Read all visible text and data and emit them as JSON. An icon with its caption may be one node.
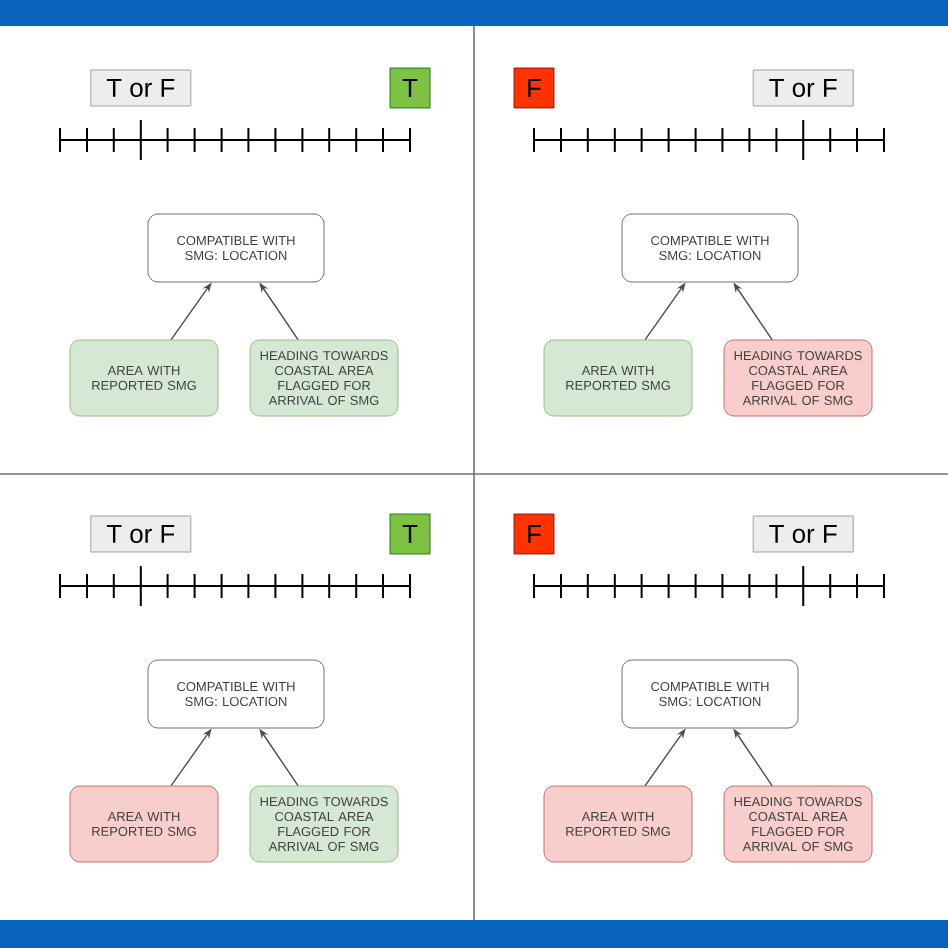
{
  "diagram": {
    "nodes": [
      {
        "text": [
          "T or F"
        ]
      },
      {
        "text": [
          "T"
        ]
      },
      {
        "text": [
          "COMPATIBLE WITH SMG: LOCATION"
        ]
      },
      {
        "text": [
          "AREA WITH REPORTED SMG"
        ]
      },
      {
        "text": [
          "HEADING TOWARDS COASTAL AREA FLAGGED FOR ARRIVAL OF SMG"
        ]
      },
      {
        "text": [
          "F"
        ]
      },
      {
        "text": [
          "T or F"
        ]
      },
      {
        "text": [
          "COMPATIBLE WITH SMG: LOCATION"
        ]
      },
      {
        "text": [
          "AREA WITH REPORTED SMG"
        ]
      },
      {
        "text": [
          "HEADING TOWARDS COASTAL AREA FLAGGED FOR ARRIVAL OF SMG"
        ]
      },
      {
        "text": [
          "T or F"
        ]
      },
      {
        "text": [
          "T"
        ]
      },
      {
        "text": [
          "COMPATIBLE WITH SMG: LOCATION"
        ]
      },
      {
        "text": [
          "AREA WITH REPORTED SMG"
        ]
      },
      {
        "text": [
          "HEADING TOWARDS COASTAL AREA FLAGGED FOR ARRIVAL OF SMG"
        ]
      },
      {
        "text": [
          "F"
        ]
      },
      {
        "text": [
          "T or F"
        ]
      },
      {
        "text": [
          "COMPATIBLE WITH SMG: LOCATION"
        ]
      },
      {
        "text": [
          "AREA WITH REPORTED SMG"
        ]
      },
      {
        "text": [
          "HEADING TOWARDS COASTAL AREA FLAGGED FOR ARRIVAL OF SMG"
        ]
      }
    ],
    "edges": [
      {
        "from": 3,
        "to": 2,
        "arrow": "to"
      },
      {
        "from": 4,
        "to": 2,
        "arrow": "to"
      },
      {
        "from": 8,
        "to": 7,
        "arrow": "to"
      },
      {
        "from": 9,
        "to": 7,
        "arrow": "to"
      },
      {
        "from": 13,
        "to": 12,
        "arrow": "to"
      },
      {
        "from": 14,
        "to": 12,
        "arrow": "to"
      },
      {
        "from": 18,
        "to": 17,
        "arrow": "to"
      },
      {
        "from": 19,
        "to": 17,
        "arrow": "to"
      }
    ]
  }
}
